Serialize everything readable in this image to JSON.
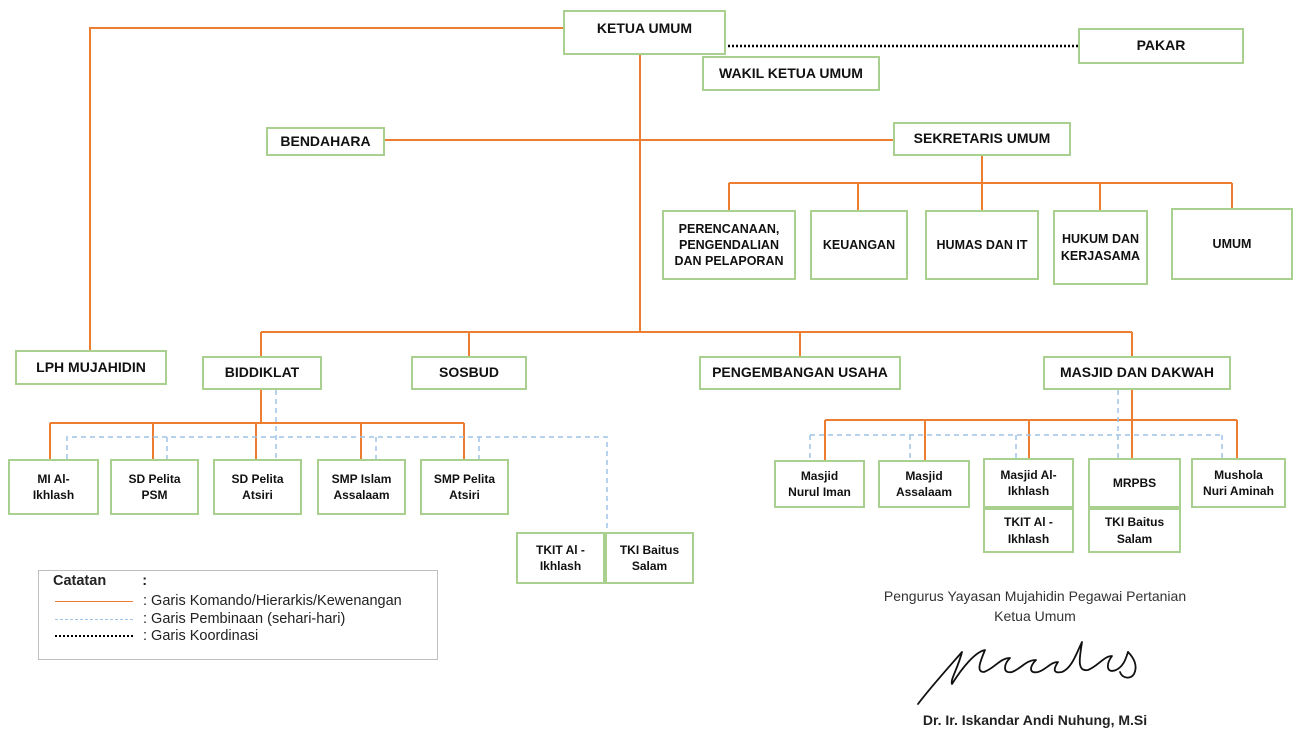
{
  "nodes": {
    "ketua_umum": "KETUA UMUM",
    "wakil_ketua_umum": "WAKIL KETUA UMUM",
    "pakar": "PAKAR",
    "bendahara": "BENDAHARA",
    "sekretaris_umum": "SEKRETARIS UMUM",
    "perencanaan": "PERENCANAAN,\nPENGENDALIAN\nDAN PELAPORAN",
    "keuangan": "KEUANGAN",
    "humas_it": "HUMAS DAN IT",
    "hukum": "HUKUM DAN\nKERJASAMA",
    "umum": "UMUM",
    "lph": "LPH MUJAHIDIN",
    "biddiklat": "BIDDIKLAT",
    "sosbud": "SOSBUD",
    "pengembangan_usaha": "PENGEMBANGAN USAHA",
    "masjid_dakwah": "MASJID DAN DAKWAH",
    "mi_alikhlash": "MI Al-\nIkhlash",
    "sd_psm": "SD Pelita\nPSM",
    "sd_atsiri": "SD Pelita\nAtsiri",
    "smp_islam": "SMP Islam\nAssalaam",
    "smp_atsiri": "SMP Pelita\nAtsiri",
    "tkit_alikhlash_left": "TKIT Al -\nIkhlash",
    "tki_baitus_left": "TKI Baitus\nSalam",
    "masjid_nurul_iman": "Masjid\nNurul Iman",
    "masjid_assalaam": "Masjid\nAssalaam",
    "masjid_alikhlash": "Masjid Al-\nIkhlash",
    "mrpbs": "MRPBS",
    "mushola": "Mushola\nNuri Aminah",
    "tkit_alikhlash_right": "TKIT Al -\nIkhlash",
    "tki_baitus_right": "TKI Baitus\nSalam"
  },
  "legend": {
    "title": "Catatan",
    "colon": ":",
    "items": [
      {
        "style": "solid",
        "color": "#ed7d31",
        "label": ": Garis Komando/Hierarkis/Kewenangan"
      },
      {
        "style": "dashed",
        "color": "#9dc3e6",
        "label": ": Garis Pembinaan (sehari-hari)"
      },
      {
        "style": "dotted",
        "color": "#000000",
        "label": ": Garis Koordinasi"
      }
    ]
  },
  "signature": {
    "org": "Pengurus Yayasan Mujahidin Pegawai Pertanian",
    "position": "Ketua Umum",
    "name": "Dr. Ir. Iskandar Andi Nuhung, M.Si"
  },
  "colors": {
    "command_line": "#ed7d31",
    "guidance_line": "#9dc3e6",
    "coordination_line": "#000000",
    "box_border": "#a9d08e"
  }
}
